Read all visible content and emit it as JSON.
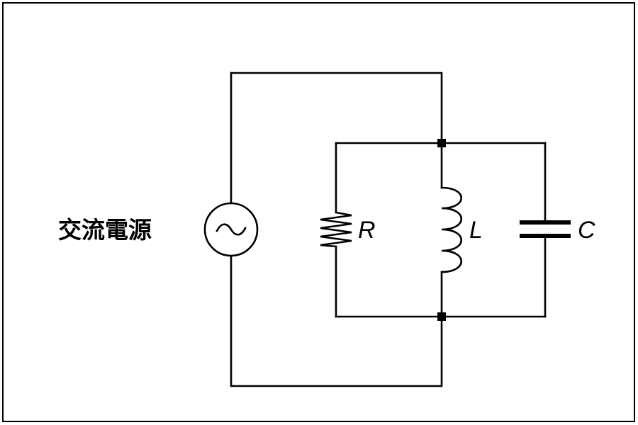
{
  "diagram": {
    "source_label": "交流電源",
    "source_symbol": "~",
    "resistor_label": "R",
    "inductor_label": "L",
    "capacitor_label": "C"
  }
}
